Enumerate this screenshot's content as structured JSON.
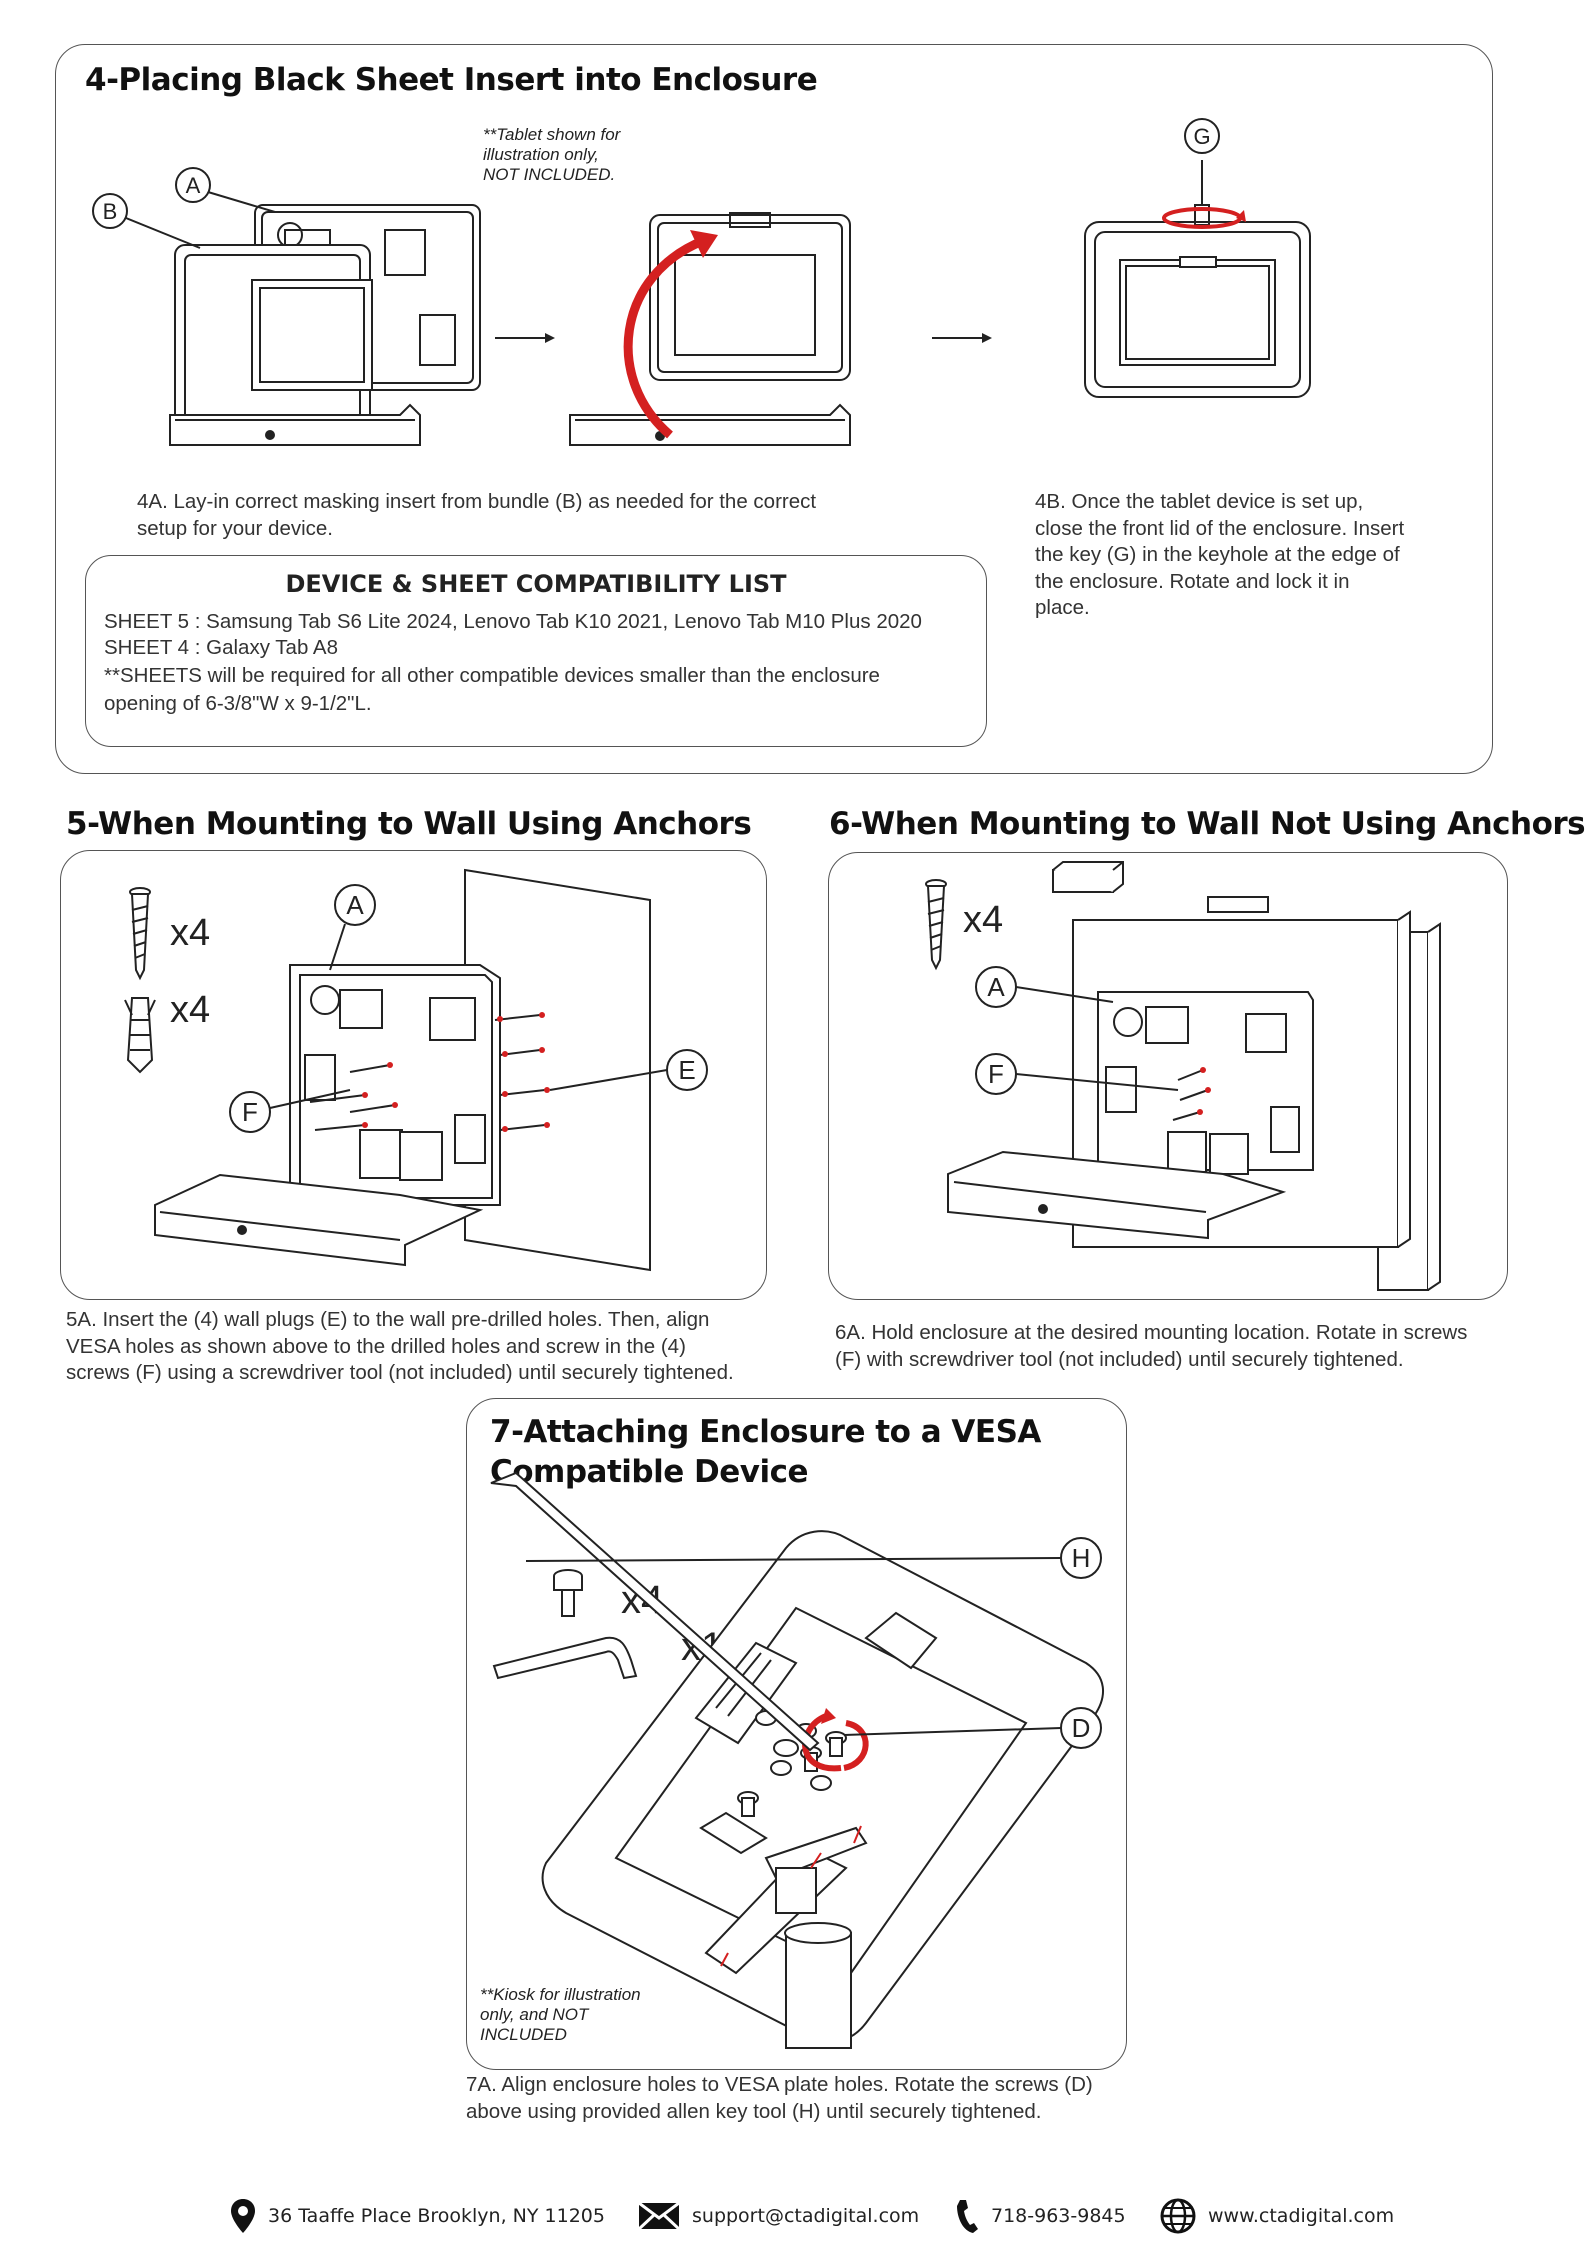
{
  "section4": {
    "title": "4-Placing Black Sheet Insert into Enclosure",
    "note": [
      "**Tablet shown for",
      "illustration only,",
      "NOT INCLUDED."
    ],
    "callouts": {
      "a": "A",
      "b": "B",
      "g": "G"
    },
    "step_4a": [
      "4A. Lay-in correct masking insert from bundle (B) as needed for the correct",
      "setup for your device."
    ],
    "step_4b": [
      "4B. Once the tablet device is set up,",
      "close the front lid of the enclosure. Insert",
      "the key (G) in the keyhole at the edge of",
      "the enclosure. Rotate and lock it in",
      "place."
    ],
    "compat": {
      "title": "DEVICE & SHEET COMPATIBILITY LIST",
      "lines": [
        "SHEET 5 : Samsung Tab S6 Lite 2024, Lenovo Tab K10 2021, Lenovo Tab M10 Plus 2020",
        "SHEET 4 : Galaxy Tab A8",
        "**SHEETS will be required for all other compatible devices smaller than the enclosure",
        "opening of 6-3/8\"W x 9-1/2\"L."
      ]
    }
  },
  "section5": {
    "title": "5-When Mounting to Wall Using Anchors",
    "screw_qty": "x4",
    "anchor_qty": "x4",
    "callouts": {
      "a": "A",
      "e": "E",
      "f": "F"
    },
    "step_5a": [
      "5A. Insert the (4) wall plugs (E) to the wall pre-drilled holes. Then, align",
      "VESA holes as shown above to the drilled holes and screw in the (4)",
      "screws (F) using a screwdriver tool (not included)  until securely tightened."
    ]
  },
  "section6": {
    "title": "6-When Mounting to Wall Not Using Anchors",
    "screw_qty": "x4",
    "callouts": {
      "a": "A",
      "f": "F"
    },
    "step_6a": [
      "6A. Hold enclosure at the desired mounting location. Rotate in screws",
      "(F) with screwdriver tool (not included) until securely tightened."
    ]
  },
  "section7": {
    "title": [
      "7-Attaching Enclosure to a VESA",
      "Compatible Device"
    ],
    "bolt_qty": "x4",
    "key_qty": "x1",
    "callouts": {
      "h": "H",
      "d": "D"
    },
    "note": [
      "**Kiosk for illustration",
      "only, and NOT",
      "INCLUDED"
    ],
    "step_7a": [
      "7A. Align enclosure holes to VESA plate holes. Rotate the screws (D)",
      "above using provided allen key tool (H) until securely tightened."
    ]
  },
  "footer": {
    "address": "36 Taaffe Place Brooklyn, NY 11205",
    "email": "support@ctadigital.com",
    "phone": "718-963-9845",
    "website": "www.ctadigital.com",
    "icons": [
      "map-pin-icon",
      "envelope-icon",
      "phone-icon",
      "globe-icon"
    ]
  },
  "colors": {
    "accent_red": "#d42020",
    "line": "#222222",
    "panel_border": "#555555"
  }
}
